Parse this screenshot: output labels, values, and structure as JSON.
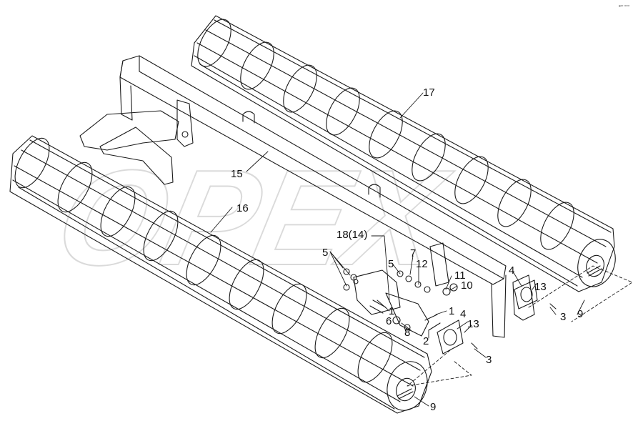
{
  "watermark": "OPEX",
  "corner_mark": "sᵒᵖ ᵒᵒᵒᵒ",
  "callouts": {
    "c17": "17",
    "c15": "15",
    "c16": "16",
    "c18": "18(14)",
    "c5a": "5",
    "c5b": "5",
    "c7": "7",
    "c12": "12",
    "c11": "11",
    "c10": "10",
    "c4a": "4",
    "c13a": "13",
    "c3a": "3",
    "c9a": "9",
    "c1a": "1",
    "c1b": "1",
    "c4b": "4",
    "c6": "6",
    "c8": "8",
    "c2": "2",
    "c13b": "13",
    "c3b": "3",
    "c9b": "9"
  }
}
